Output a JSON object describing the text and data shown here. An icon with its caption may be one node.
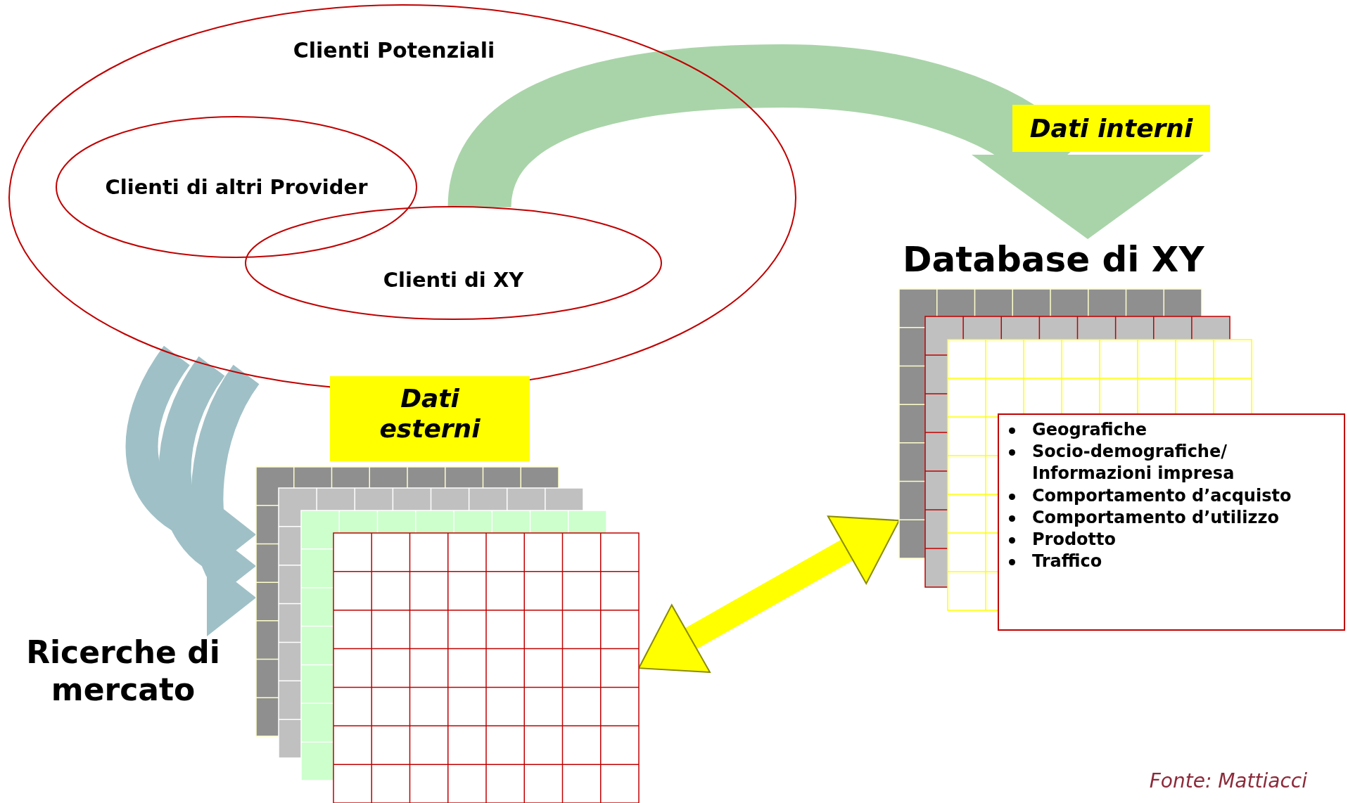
{
  "diagram": {
    "caption": "Fonte: Mattiacci",
    "nodes": [
      {
        "text": [
          "Clienti Potenziali"
        ]
      },
      {
        "text": [
          "Clienti di altri Provider"
        ],
        "in": 0
      },
      {
        "text": [
          "Clienti di XY"
        ],
        "in": 0
      },
      {
        "text": [
          "Database di XY"
        ]
      },
      {
        "text": [
          "Geografiche",
          "Socio-demografiche/ Informazioni impresa",
          "Comportamento d’acquisto",
          "Comportamento d’utilizzo",
          "Prodotto",
          "Traffico"
        ]
      },
      {
        "text": [
          "Dati esterni"
        ]
      }
    ],
    "edges": [
      {
        "from": 0,
        "to": 5,
        "arrow": "to"
      },
      {
        "from": 0,
        "to": 5,
        "arrow": "to"
      },
      {
        "from": 0,
        "to": 5,
        "arrow": "to",
        "label": "Ricerche di mercato"
      },
      {
        "from": 2,
        "to": 3,
        "arrow": "to",
        "label": "Dati interni",
        "color": "#a9d4a9"
      },
      {
        "from": 5,
        "to": 3,
        "arrow": "both",
        "color": "#ffff00"
      }
    ]
  }
}
